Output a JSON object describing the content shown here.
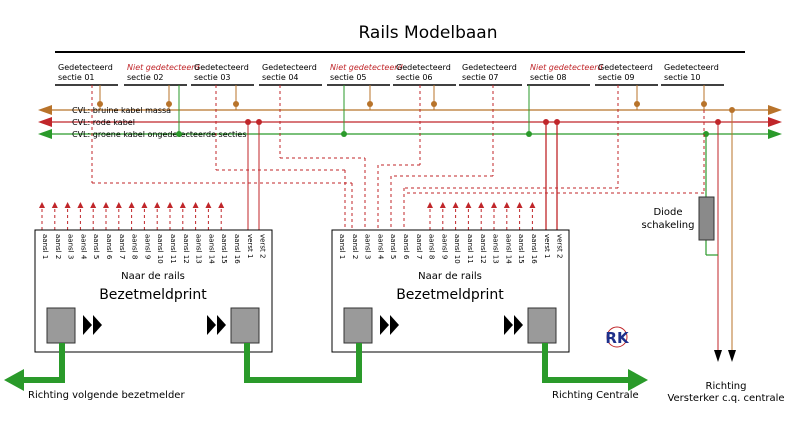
{
  "title": "Rails Modelbaan",
  "sections": [
    {
      "status": "Gedetecteerd",
      "label": "sectie 01",
      "detected": true
    },
    {
      "status": "Niet gedetecteerd",
      "label": "sectie 02",
      "detected": false
    },
    {
      "status": "Gedetecteerd",
      "label": "sectie 03",
      "detected": true
    },
    {
      "status": "Gedetecteerd",
      "label": "sectie 04",
      "detected": true
    },
    {
      "status": "Niet gedetecteerd",
      "label": "sectie 05",
      "detected": false
    },
    {
      "status": "Gedetecteerd",
      "label": "sectie 06",
      "detected": true
    },
    {
      "status": "Gedetecteerd",
      "label": "sectie 07",
      "detected": true
    },
    {
      "status": "Niet gedetecteerd",
      "label": "sectie 08",
      "detected": false
    },
    {
      "status": "Gedetecteerd",
      "label": "sectie 09",
      "detected": true
    },
    {
      "status": "Gedetecteerd",
      "label": "sectie 10",
      "detected": true
    }
  ],
  "cables": [
    {
      "label": "CVL: bruine kabel massa",
      "color": "#b8732a"
    },
    {
      "label": "CVL: rode kabel",
      "color": "#c0262a"
    },
    {
      "label": "CVL: groene kabel ongedetecteerde secties",
      "color": "#2a9a2a"
    }
  ],
  "print": {
    "inputs": [
      "aansl 1",
      "aansl 2",
      "aansl 3",
      "aansl 4",
      "aansl 5",
      "aansl 6",
      "aansl 7",
      "aansl 8",
      "aansl 9",
      "aansl 10",
      "aansl 11",
      "aansl 12",
      "aansl 13",
      "aansl 14",
      "aansl 15",
      "aansl 16"
    ],
    "extra": [
      "verst 1",
      "verst 2"
    ],
    "subtitle": "Naar de rails",
    "name": "Bezetmeldprint"
  },
  "diode_label": [
    "Diode",
    "schakeling"
  ],
  "arrow_next": "Richting  volgende bezetmelder",
  "arrow_central": "Richting  Centrale",
  "amplifier_label": [
    "Richting",
    "Versterker c.q. centrale"
  ],
  "logo_text": "RK",
  "colors": {
    "brown": "#b8732a",
    "red": "#c0262a",
    "green": "#2a9a2a",
    "redDashed": "#c0262a"
  }
}
